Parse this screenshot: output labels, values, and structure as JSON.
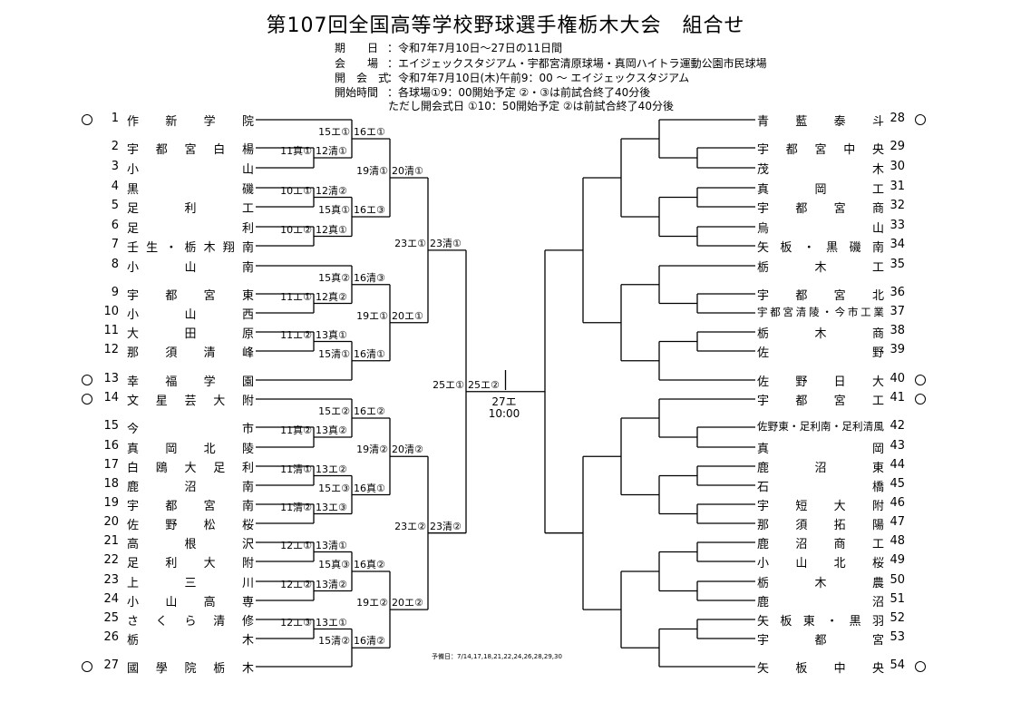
{
  "title": "第107回全国高等学校野球選手権栃木大会　組合せ",
  "info": [
    {
      "label": "期　　日",
      "value": "：令和7年7月10日～27日の11日間"
    },
    {
      "label": "会　　場",
      "value": "：エイジェックスタジアム・宇都宮清原球場・真岡ハイトラ運動公園市民球場"
    },
    {
      "label": "開　会　式",
      "value": "：令和7年7月10日(木)午前9：00 ～ エイジェックスタジアム"
    },
    {
      "label": "開始時間",
      "value": "：各球場①9：00開始予定 ②・③は前試合終了40分後"
    },
    {
      "label": "",
      "value": "　ただし開会式日 ①10：50開始予定 ②は前試合終了40分後"
    }
  ],
  "left_teams": [
    {
      "num": "1",
      "name": "作新学院",
      "seed": true
    },
    {
      "num": "2",
      "name": "宇都宮白楊",
      "seed": false
    },
    {
      "num": "3",
      "name": "小山",
      "seed": false
    },
    {
      "num": "4",
      "name": "黒磯",
      "seed": false
    },
    {
      "num": "5",
      "name": "足利工",
      "seed": false
    },
    {
      "num": "6",
      "name": "足利",
      "seed": false
    },
    {
      "num": "7",
      "name": "壬生・栃木翔南",
      "seed": false
    },
    {
      "num": "8",
      "name": "小山南",
      "seed": false
    },
    {
      "num": "9",
      "name": "宇都宮東",
      "seed": false
    },
    {
      "num": "10",
      "name": "小山西",
      "seed": false
    },
    {
      "num": "11",
      "name": "大田原",
      "seed": false
    },
    {
      "num": "12",
      "name": "那須清峰",
      "seed": false
    },
    {
      "num": "13",
      "name": "幸福学園",
      "seed": true
    },
    {
      "num": "14",
      "name": "文星芸大附",
      "seed": true
    },
    {
      "num": "15",
      "name": "今市",
      "seed": false
    },
    {
      "num": "16",
      "name": "真岡北陵",
      "seed": false
    },
    {
      "num": "17",
      "name": "白鴎大足利",
      "seed": false
    },
    {
      "num": "18",
      "name": "鹿沼南",
      "seed": false
    },
    {
      "num": "19",
      "name": "宇都宮南",
      "seed": false
    },
    {
      "num": "20",
      "name": "佐野松桜",
      "seed": false
    },
    {
      "num": "21",
      "name": "高根沢",
      "seed": false
    },
    {
      "num": "22",
      "name": "足利大附",
      "seed": false
    },
    {
      "num": "23",
      "name": "上三川",
      "seed": false
    },
    {
      "num": "24",
      "name": "小山高専",
      "seed": false
    },
    {
      "num": "25",
      "name": "さくら清修",
      "seed": false
    },
    {
      "num": "26",
      "name": "栃木",
      "seed": false
    },
    {
      "num": "27",
      "name": "國學院栃木",
      "seed": true
    }
  ],
  "right_teams": [
    {
      "num": "28",
      "name": "青藍泰斗",
      "seed": true
    },
    {
      "num": "29",
      "name": "宇都宮中央",
      "seed": false
    },
    {
      "num": "30",
      "name": "茂木",
      "seed": false
    },
    {
      "num": "31",
      "name": "真岡工",
      "seed": false
    },
    {
      "num": "32",
      "name": "宇都宮商",
      "seed": false
    },
    {
      "num": "33",
      "name": "烏山",
      "seed": false
    },
    {
      "num": "34",
      "name": "矢板・黒磯南",
      "seed": false
    },
    {
      "num": "35",
      "name": "栃木工",
      "seed": false
    },
    {
      "num": "36",
      "name": "宇都宮北",
      "seed": false
    },
    {
      "num": "37",
      "name": "宇都宮清陵・今市工業",
      "seed": false
    },
    {
      "num": "38",
      "name": "栃木商",
      "seed": false
    },
    {
      "num": "39",
      "name": "佐野",
      "seed": false
    },
    {
      "num": "40",
      "name": "佐野日大",
      "seed": true
    },
    {
      "num": "41",
      "name": "宇都宮工",
      "seed": true
    },
    {
      "num": "42",
      "name": "佐野東・足利南・足利清風",
      "seed": false
    },
    {
      "num": "43",
      "name": "真岡",
      "seed": false
    },
    {
      "num": "44",
      "name": "鹿沼東",
      "seed": false
    },
    {
      "num": "45",
      "name": "石橋",
      "seed": false
    },
    {
      "num": "46",
      "name": "宇短大附",
      "seed": false
    },
    {
      "num": "47",
      "name": "那須拓陽",
      "seed": false
    },
    {
      "num": "48",
      "name": "鹿沼商工",
      "seed": false
    },
    {
      "num": "49",
      "name": "小山北桜",
      "seed": false
    },
    {
      "num": "50",
      "name": "栃木農",
      "seed": false
    },
    {
      "num": "51",
      "name": "鹿沼",
      "seed": false
    },
    {
      "num": "52",
      "name": "矢板東・黒羽",
      "seed": false
    },
    {
      "num": "53",
      "name": "宇都宮",
      "seed": false
    },
    {
      "num": "54",
      "name": "矢板中央",
      "seed": true
    }
  ],
  "game_labels": {
    "L1": [
      "11真①",
      "10エ①",
      "10エ②",
      "11エ①",
      "11エ②",
      "11真②",
      "11清①",
      "11清②",
      "12エ①",
      "12エ②",
      "12エ③"
    ],
    "L2": [
      "15エ①",
      "15真①",
      "15真②",
      "15清①",
      "15エ②",
      "15エ③",
      "15真③",
      "15清②"
    ],
    "L3": [
      "19清①",
      "19エ①",
      "19清②",
      "19エ②"
    ],
    "L4": [
      "23エ①",
      "23エ②"
    ],
    "L5": "25エ①",
    "R1": [
      "12清①",
      "12清②",
      "12真①",
      "12真②",
      "13真①",
      "13真②",
      "13エ②",
      "13エ③",
      "13清①",
      "13清②",
      "13エ①"
    ],
    "R2": [
      "16エ①",
      "16エ③",
      "16清③",
      "16清①",
      "16エ②",
      "16真①",
      "16真②",
      "16清②"
    ],
    "R3": [
      "20清①",
      "20エ①",
      "20清②",
      "20エ②"
    ],
    "R4": [
      "23清①",
      "23清②"
    ],
    "R5": "25エ②",
    "final_date": "27エ",
    "final_time": "10:00"
  },
  "reserve_note": "予備日：7/14,17,18,21,22,24,26,28,29,30"
}
